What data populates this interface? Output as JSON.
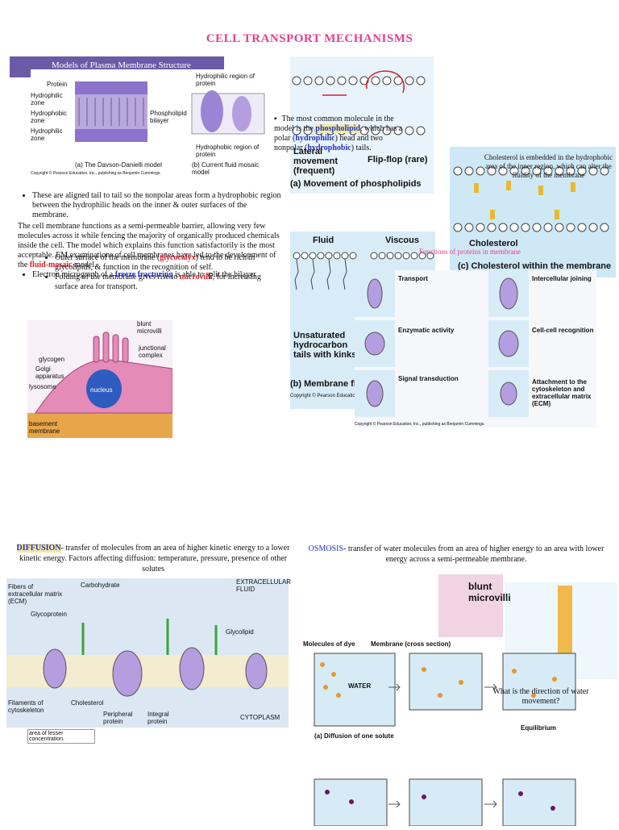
{
  "title": "CELL TRANSPORT MECHANISMS",
  "slide_head": "Models of Plasma Membrane Structure",
  "fig1": {
    "labels": [
      "Protein",
      "Hydrophilic zone",
      "Hydrophobic zone",
      "Hydrophilic zone",
      "Phospholipid bilayer",
      "Hydrophilic region of protein",
      "Hydrophobic region of protein"
    ],
    "caption_a": "(a) The Davson-Danielli model",
    "caption_b": "(b) Current fluid mosaic model",
    "copyright": "Copyright © Pearson Education, Inc., publishing as Benjamin Cummings."
  },
  "phospho_note": {
    "text_pre": "The most common molecule in the model is the ",
    "phospholipid": "phospholipid",
    "text_mid": ", which has a polar (",
    "hydrophilic": "hydrophilic",
    "text_mid2": ") head and two nonpolar (",
    "hydrophobic": "hydrophobic",
    "text_end": ") tails."
  },
  "fig2": {
    "lateral": "Lateral movement (frequent)",
    "flipflop": "Flip-flop (rare)",
    "caption": "(a) Movement of phospholipids"
  },
  "fig3": {
    "note": "Cholesterol is embedded in the hydrophobic area of the inner region, which can alter the fluidity of the membrane",
    "label": "Cholesterol",
    "caption": "(c) Cholesterol within the membrane"
  },
  "fig4": {
    "fluid": "Fluid",
    "viscous": "Viscous",
    "kinks": "Unsaturated hydrocarbon tails with kinks",
    "caption": "(b) Membrane flu",
    "copyright": "Copyright © Pearson Education"
  },
  "fig5": {
    "title": "Functions of proteins in membrane",
    "items": [
      "Transport",
      "Enzymatic activity",
      "Signal transduction",
      "Intercellular joining",
      "Cell-cell recognition",
      "Attachment to the cytoskeleton and extracellular matrix (ECM)"
    ],
    "copyright": "Copyright © Pearson Education, Inc., publishing as Benjamin Cummings."
  },
  "bullets": {
    "b1": "These are aligned tail to tail so the nonpolar areas form a hydrophobic region between the hydrophilic heads on the inner & outer surfaces of the membrane.",
    "b1_extra": "The cell membrane functions as a semi-permeable barrier, allowing very few molecules across it while fencing the majority of organically produced chemicals inside the cell. The model which explains this function satisfactorily is the most acceptable. EM examinations of cell membranes have led to the development of the",
    "fluid_mosaic": "fluid-mosaic",
    "model_end": "model.",
    "b2_pre": "Electron micrograph of a ",
    "freeze": "freeze fracturing",
    "b2_end": " is able to split the bilayer",
    "s1_pre": "Outer surface of the membrane (",
    "glycocalyx": "glycocalyx",
    "s1_end": ") tend to be rich in glycolipids, & function in the recognition of self.",
    "s2_pre": "Folding of the membrane gives rise to ",
    "microvilli": "microvilli",
    "s2_end": ", for increasing surface area for transport."
  },
  "fig6": {
    "labels": [
      "blunt microvilli",
      "junctional complex",
      "glycogen",
      "Golgi apparatus",
      "lysosome",
      "nucleus",
      "basement membrane"
    ]
  },
  "diffusion": {
    "word": "DIFFUSION",
    "text": "- transfer of molecules from an area of higher kinetic energy to a lower kinetic energy. Factors affecting diffusion: temperature, pressure, presence of other solutes"
  },
  "fig7": {
    "labels": [
      "Fibers of extracellular matrix (ECM)",
      "Carbohydrate",
      "EXTRACELLULAR FLUID",
      "Glycoprotein",
      "Glycolipid",
      "Filaments of cytoskeleton",
      "Cholesterol",
      "Peripheral protein",
      "Integral protein",
      "CYTOPLASM"
    ],
    "below": "area of lesser concentration."
  },
  "osmosis": {
    "word": "OSMOSIS",
    "text": "- transfer of water molecules from an area of higher energy to an area with lower energy across a semi-permeable membrane."
  },
  "fig8": {
    "blunt": "blunt microvilli",
    "dye": "Molecules of dye",
    "membrane": "Membrane (cross section)",
    "water": "WATER",
    "caption": "(a) Diffusion of one solute",
    "equilibrium": "Equilibrium",
    "question": "What is the direction of water movement?"
  },
  "colors": {
    "title": "#e83e8c",
    "header_bg": "#6b5aa6",
    "red": "#d8202a",
    "blue": "#2233bb"
  }
}
